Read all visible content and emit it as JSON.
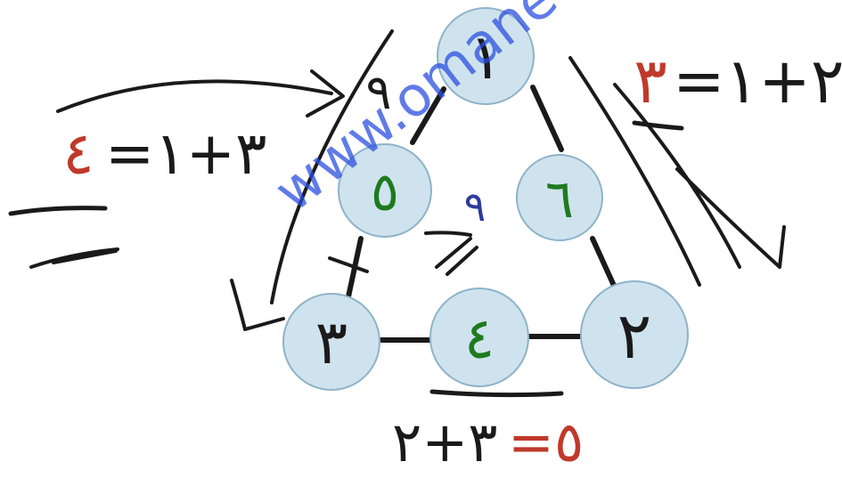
{
  "watermark": "www.omaneduc",
  "colors": {
    "circle_fill": "#cfe3ee",
    "circle_stroke": "#8fb3c8",
    "ink": "#1a1a1a",
    "red": "#c0392b",
    "green": "#1f7a1f",
    "blue": "#2c3a9e",
    "watermark": "#2b4fe0"
  },
  "nodes": {
    "top": "١",
    "left_mid": "٥",
    "right_mid": "٦",
    "bottom_left": "٣",
    "bottom_mid": "٤",
    "bottom_right": "٢"
  },
  "center_number": "٩",
  "corner_mark": "٩",
  "equations": {
    "left": {
      "result": "٤",
      "expression": "=٣+١"
    },
    "right": {
      "result": "٣",
      "expression": "=٢+١"
    },
    "bottom": {
      "expression": "٣+٢",
      "result": "=٥"
    }
  }
}
